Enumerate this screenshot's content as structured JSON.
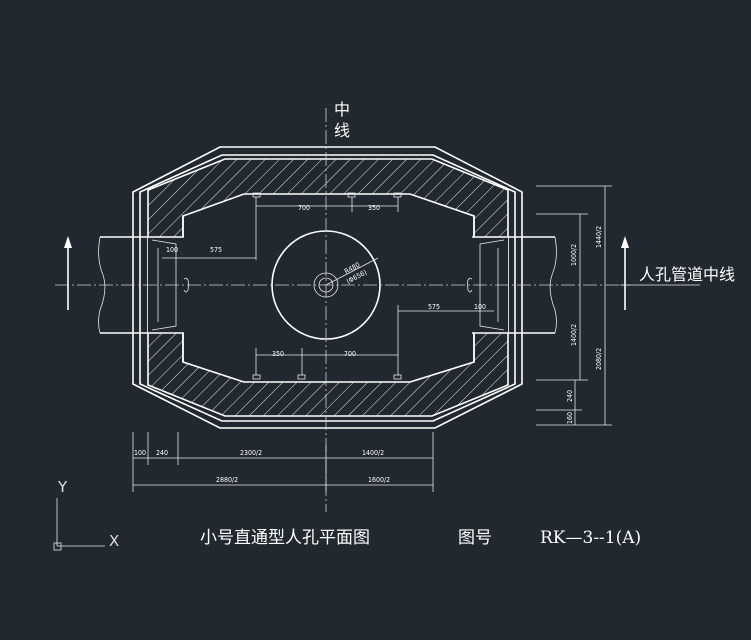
{
  "drawing": {
    "title": "小号直通型人孔平面图",
    "drawing_no_label": "图号",
    "drawing_no": "RK—3--1(A)",
    "centerline_label_1": "中",
    "centerline_label_2": "线",
    "pipe_centerline_label": "人孔管道中线"
  },
  "dimensions": {
    "top_left_700": "700",
    "top_right_350": "350",
    "bottom_left_350": "350",
    "bottom_right_700": "700",
    "left_100": "100",
    "left_575": "575",
    "right_575": "575",
    "right_100": "100",
    "radius": "R480",
    "radius_sub": "(Φ656)",
    "v_1000_2": "1000/2",
    "v_1440_2_top": "1440/2",
    "v_1400_2": "1400/2",
    "v_2080_2": "2080/2",
    "v_240": "240",
    "v_160": "160",
    "b_100": "100",
    "b_240": "240",
    "b_2300_2": "2300/2",
    "b_1400_2": "1400/2",
    "b_2880_2": "2880/2",
    "b_1600_2": "1600/2"
  },
  "ucs": {
    "y_label": "Y",
    "x_label": "X"
  },
  "colors": {
    "background": "#212830",
    "lines": "#ffffff"
  }
}
